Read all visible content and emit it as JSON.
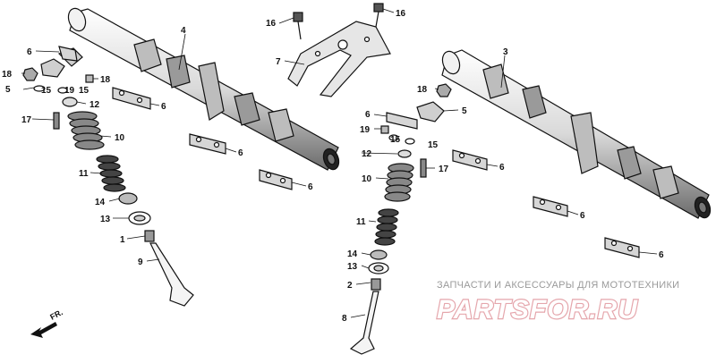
{
  "callouts": {
    "c1": "1",
    "c2": "2",
    "c3": "3",
    "c4": "4",
    "c5a": "5",
    "c5b": "5",
    "c6a": "6",
    "c6b": "6",
    "c6c": "6",
    "c6d": "6",
    "c6e": "6",
    "c6f": "6",
    "c6g": "6",
    "c6h": "6",
    "c7": "7",
    "c8": "8",
    "c9": "9",
    "c10a": "10",
    "c10b": "10",
    "c11a": "11",
    "c11b": "11",
    "c12a": "12",
    "c12b": "12",
    "c13a": "13",
    "c13b": "13",
    "c14a": "14",
    "c14b": "14",
    "c15a": "15",
    "c15b": "15",
    "c15c": "15",
    "c15d": "15",
    "c16a": "16",
    "c16b": "16",
    "c17a": "17",
    "c17b": "17",
    "c18a": "18",
    "c18b": "18",
    "c18c": "18",
    "c19a": "19",
    "c19b": "19"
  },
  "direction_label": "FR.",
  "watermark": {
    "subtitle": "ЗАПЧАСТИ И АКСЕССУАРЫ ДЛЯ МОТОТЕХНИКИ",
    "brand": "PARTSFOR.RU"
  },
  "colors": {
    "line": "#111111",
    "watermark_outline": "#e5a6ac",
    "watermark_text": "#9a9a9a"
  }
}
